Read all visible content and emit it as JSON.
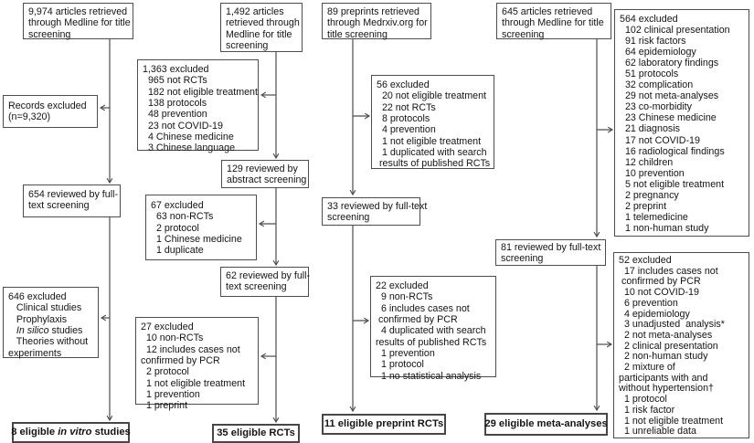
{
  "diagram": {
    "col_invitro": {
      "top": "9,974 articles retrieved\nthrough Medline for title\nscreening",
      "records_excluded": "Records excluded\n(n=9,320)",
      "fulltext": "654 reviewed by full-\ntext screening",
      "excluded_pre": "646 excluded\n   Clinical studies\n   Prophylaxis\n   ",
      "excluded_em": "In silico",
      "excluded_post": " studies\n   Theories without\nexperiments",
      "eligible_pre": "8 eligible ",
      "eligible_em": "in vitro",
      "eligible_post": " studies"
    },
    "col_rcts": {
      "top": "1,492 articles\nretrieved through\nMedline for title\nscreening",
      "excluded_title": "1,363 excluded\n  965 not RCTs\n  182 not eligible treatment\n  138 protocols\n  48 prevention\n  23 not COVID-19\n  4 Chinese medicine\n  3 Chinese language",
      "abstract": "129 reviewed by\nabstract screening",
      "excluded_abstract": "67 excluded\n  63 non-RCTs\n  2 protocol\n  1 Chinese medicine\n  1 duplicate",
      "fulltext": "62 reviewed by full-\ntext screening",
      "excluded_fulltext": "27 excluded\n  10 non-RCTs\n  12 includes cases not\nconfirmed by PCR\n  2 protocol\n  1 not eligible treatment\n  1 prevention\n  1 preprint",
      "eligible": "35 eligible RCTs"
    },
    "col_preprints": {
      "top": "89 preprints retrieved\nthrough Medrxiv.org for\ntitle screening",
      "excluded_title": "56 excluded\n  20 not eligible treatment\n  22 not RCTs\n  8 protocols\n  4 prevention\n  1 not eligible treatment\n  1 duplicated with search\n results of published RCTs",
      "fulltext": "33 reviewed by full-text\nscreening",
      "excluded_fulltext": "22 excluded\n  9 non-RCTs\n  6 includes cases not\n confirmed by PCR\n  4 duplicated with search\nresults of published RCTs\n  1 prevention\n  1 protocol\n  1 no statistical analysis",
      "eligible": "11 eligible preprint RCTs"
    },
    "col_meta": {
      "top": "645 articles retrieved\nthrough Medline for title\nscreening",
      "excluded_title": "564 excluded\n  102 clinical presentation\n  91 risk factors\n  64 epidemiology\n  62 laboratory findings\n  51 protocols\n  32 complication\n  29 not meta-analyses\n  23 co-morbidity\n  23 Chinese medicine\n  21 diagnosis\n  17 not COVID-19\n  16 radiological findings\n  12 children\n  10 prevention\n  5 not eligible treatment\n  2 pregnancy\n  2 preprint\n  1 telemedicine\n  1 non-human study",
      "fulltext": "81 reviewed by full-text\nscreening",
      "excluded_fulltext": "52 excluded\n  17 includes cases not\n confirmed by PCR\n  10 not COVID-19\n  6 prevention\n  4 epidemiology\n  3 unadjusted  analysis*\n  2 not meta-analyses\n  2 clinical presentation\n  2 non-human study\n  2 mixture of\nparticipants with and\nwithout hypertension†\n  1 protocol\n  1 risk factor\n  1 not eligible treatment\n  1 unreliable data",
      "eligible": "29 eligible meta-analyses"
    },
    "colors": {
      "box_border": "#4c4c4c",
      "text": "#141414",
      "background": "#ffffff",
      "arrow": "#4c4c4c"
    }
  }
}
